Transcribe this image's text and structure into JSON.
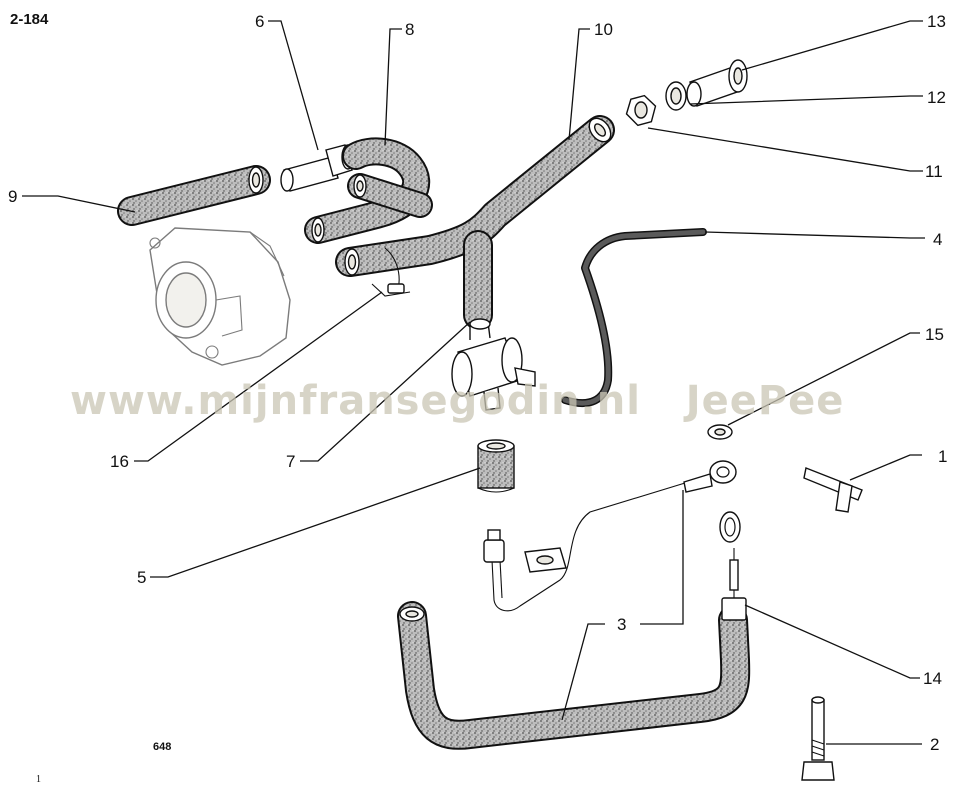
{
  "plate_number": "2-184",
  "figure_code": "648",
  "page_marker": "1",
  "watermark": "www.mijnfransegodin.nl   JeePee",
  "callouts": [
    "1",
    "2",
    "3",
    "4",
    "5",
    "6",
    "7",
    "8",
    "9",
    "10",
    "11",
    "12",
    "13",
    "14",
    "15",
    "16"
  ],
  "colors": {
    "ink": "#111111",
    "hose_speckle": "#8a8a8a",
    "watermark": "#c9c5b4"
  }
}
